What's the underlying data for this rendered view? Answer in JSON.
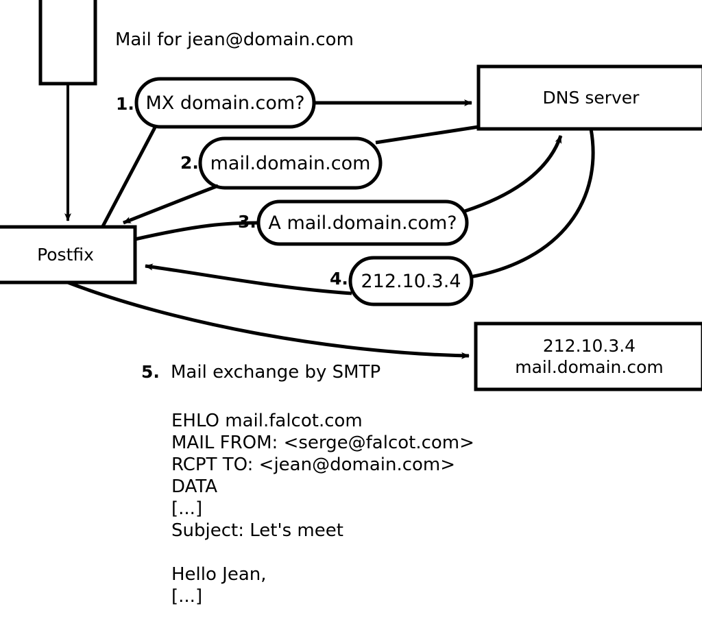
{
  "diagram": {
    "title_note": "Mail for jean@domain.com",
    "nodes": {
      "sender_box": {
        "label": ""
      },
      "postfix": {
        "label": "Postfix"
      },
      "dns_server": {
        "label": "DNS server"
      },
      "mail_server": {
        "line1": "212.10.3.4",
        "line2": "mail.domain.com"
      }
    },
    "steps": [
      {
        "num": "1.",
        "text": "MX domain.com?"
      },
      {
        "num": "2.",
        "text": "mail.domain.com"
      },
      {
        "num": "3.",
        "text": "A mail.domain.com?"
      },
      {
        "num": "4.",
        "text": "212.10.3.4"
      }
    ],
    "step5": {
      "num": "5.",
      "text": "Mail exchange by SMTP"
    },
    "smtp_transcript": [
      "EHLO mail.falcot.com",
      "MAIL FROM: <serge@falcot.com>",
      "RCPT TO: <jean@domain.com>",
      "DATA",
      "[...]",
      "Subject: Let's meet",
      "",
      "Hello Jean,",
      "[...]",
      "",
      "."
    ],
    "colors": {
      "stroke": "#000000",
      "background": "#ffffff",
      "text": "#000000"
    }
  }
}
